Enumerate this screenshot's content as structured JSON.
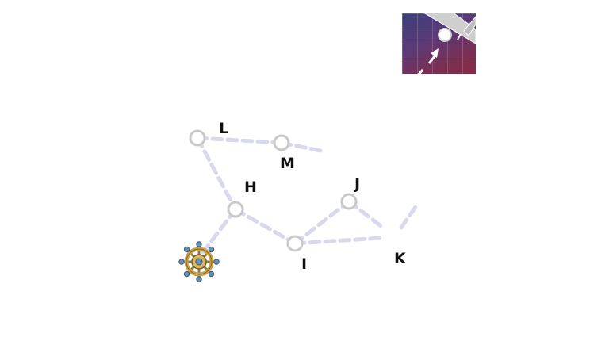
{
  "map": {
    "nodes": [
      {
        "id": "L",
        "label": "L"
      },
      {
        "id": "M",
        "label": "M"
      },
      {
        "id": "H",
        "label": "H"
      },
      {
        "id": "I",
        "label": "I"
      },
      {
        "id": "J",
        "label": "J"
      },
      {
        "id": "K",
        "label": "K"
      }
    ],
    "player_token_icon": "ship-wheel-icon",
    "colors": {
      "route": "#d9d9ee",
      "node_ring": "#c9c9c9",
      "label": "#111111",
      "wheel_gold": "#c8a24a",
      "wheel_blue": "#6a8fb0"
    }
  },
  "minimap": {
    "icons": [
      "aircraft-icon",
      "location-marker-icon",
      "arrow-icon"
    ]
  }
}
